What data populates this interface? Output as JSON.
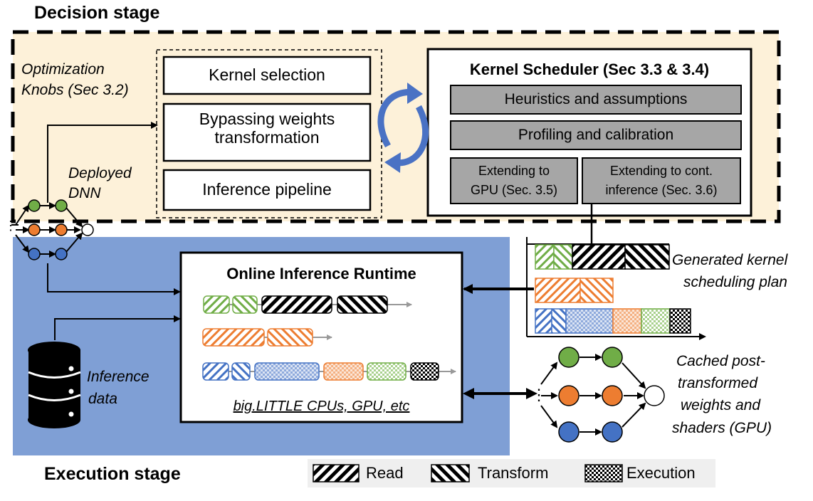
{
  "stages": {
    "decision": "Decision stage",
    "execution": "Execution stage"
  },
  "knobs": {
    "title_line1": "Optimization",
    "title_line2": "Knobs (Sec 3.2)",
    "items": [
      "Kernel selection",
      "Bypassing weights transformation",
      "Inference pipeline"
    ]
  },
  "scheduler": {
    "title": "Kernel Scheduler (Sec 3.3 & 3.4)",
    "heuristics": "Heuristics and assumptions",
    "profiling": "Profiling and calibration",
    "gpu_line1": "Extending to",
    "gpu_line2": "GPU (Sec. 3.5)",
    "cont_line1": "Extending to cont.",
    "cont_line2": "inference (Sec. 3.6)"
  },
  "deployed_dnn": {
    "line1": "Deployed",
    "line2": "DNN"
  },
  "runtime": {
    "title": "Online Inference Runtime",
    "subtitle": "big.LITTLE CPUs, GPU, etc"
  },
  "inference_data": {
    "line1": "Inference",
    "line2": "data"
  },
  "plan": {
    "line1": "Generated kernel",
    "line2": "scheduling plan"
  },
  "cached": {
    "lines": [
      "Cached post-",
      "transformed",
      "weights and",
      "shaders (GPU)"
    ]
  },
  "legend": {
    "read": "Read",
    "transform": "Transform",
    "execution": "Execution"
  },
  "colors": {
    "green": "#70ad47",
    "orange": "#ed7d31",
    "blue": "#4472c4",
    "decision_bg": "#fdf1d9",
    "execution_bg": "#7f9fd5",
    "gray_box": "#a6a6a6",
    "legend_bg": "#efefef"
  }
}
